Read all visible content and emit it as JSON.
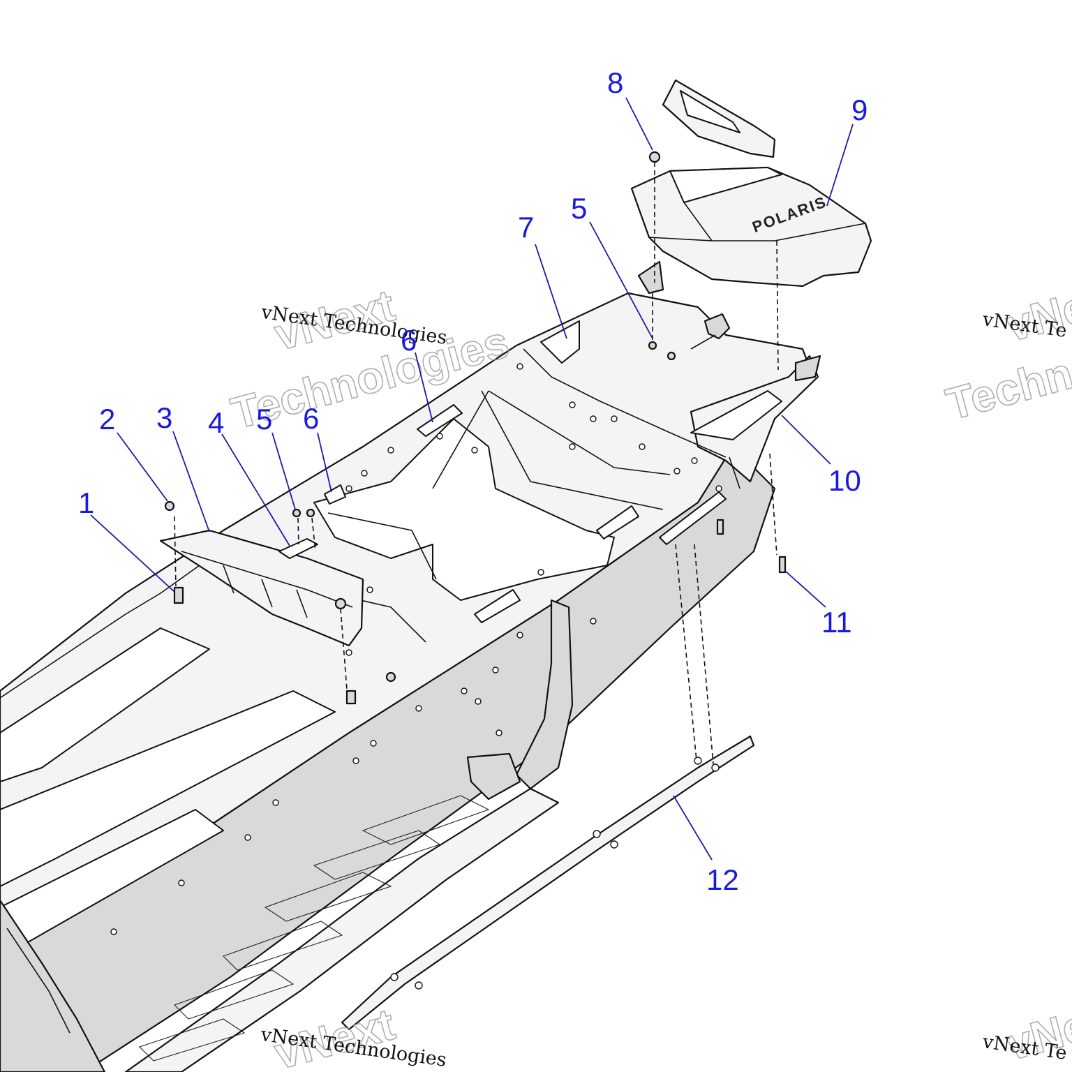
{
  "diagram": {
    "callouts": [
      {
        "id": "c1",
        "label": "1"
      },
      {
        "id": "c2",
        "label": "2"
      },
      {
        "id": "c3",
        "label": "3"
      },
      {
        "id": "c4",
        "label": "4"
      },
      {
        "id": "c5a",
        "label": "5"
      },
      {
        "id": "c5b",
        "label": "5"
      },
      {
        "id": "c6a",
        "label": "6"
      },
      {
        "id": "c6b",
        "label": "6"
      },
      {
        "id": "c7",
        "label": "7"
      },
      {
        "id": "c8",
        "label": "8"
      },
      {
        "id": "c9",
        "label": "9"
      },
      {
        "id": "c10",
        "label": "10"
      },
      {
        "id": "c11",
        "label": "11"
      },
      {
        "id": "c12",
        "label": "12"
      }
    ],
    "logo_text": "POLARIS",
    "watermark": {
      "big_line1": "vNext",
      "big_line2": "Technologies",
      "small": "vNext Technologies",
      "big_partial_line1": "vNe",
      "big_partial_line2": "Technol",
      "small_partial": "vNext Te"
    },
    "colors": {
      "callout": "#1a1add",
      "leader": "#1a1aa8",
      "line": "#111111",
      "watermark": "#9a9a9a"
    }
  }
}
